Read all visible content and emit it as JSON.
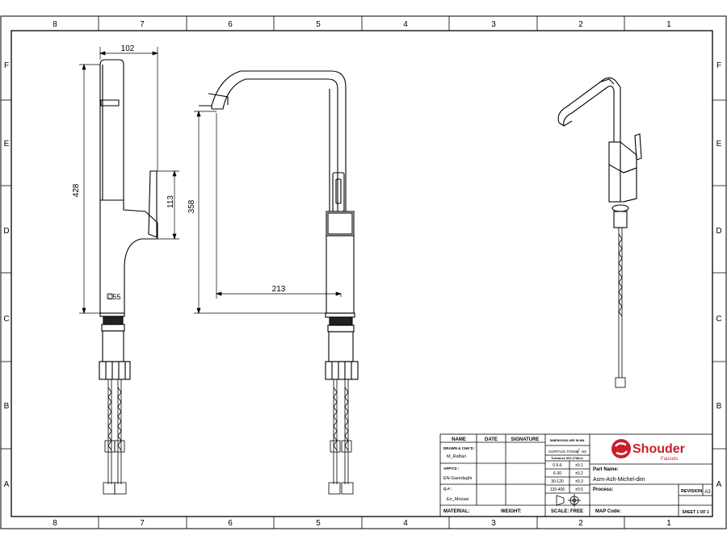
{
  "zones": {
    "columns": [
      "8",
      "7",
      "6",
      "5",
      "4",
      "3",
      "2",
      "1"
    ],
    "rows": [
      "F",
      "E",
      "D",
      "C",
      "B",
      "A"
    ]
  },
  "dimensions": {
    "top_width": "102",
    "overall_height": "428",
    "lever_height": "113",
    "spout_height": "358",
    "spout_reach": "213",
    "base_square": "□55"
  },
  "title_block": {
    "headers": {
      "name": "NAME",
      "date": "DATE",
      "signature": "SIGNATURE"
    },
    "drawn_label": "DRAWN & CHK'D :",
    "drawn_name": "M_Raftari",
    "appvd_label": "APPV'D :",
    "appvd_name": "EN-Garedaghi",
    "qa_label": "Q.A :",
    "qa_name": "En_Mirzaei",
    "dims_note": "DIMENSIONS ARE IN MM",
    "surface_finish": "SURFACE FINISH",
    "finish_value": "N5",
    "tolerance_note": "Tolerance ISO 2768-m",
    "tolerances": [
      {
        "range": "0.5-6",
        "tol": "±0.1"
      },
      {
        "range": "6-30",
        "tol": "±0.2"
      },
      {
        "range": "30-120",
        "tol": "±0.3"
      },
      {
        "range": "120-400",
        "tol": "±0.5"
      }
    ],
    "material_label": "MATERIAL:",
    "weight_label": "WEIGHT:",
    "scale_label": "SCALE: FREE",
    "company_name": "Shouder",
    "company_sub": "Faucets",
    "part_name_label": "Part Name:",
    "part_name": "Asm-Ash-Michel-dim",
    "process_label": "Process:",
    "revision_label": "REVISION",
    "revision_value": "A3",
    "map_code_label": "MAP Code:",
    "sheet_label": "SHEET 1 OF 1"
  },
  "colors": {
    "line": "#000000",
    "brand_red": "#c8202b",
    "paper": "#ffffff"
  }
}
